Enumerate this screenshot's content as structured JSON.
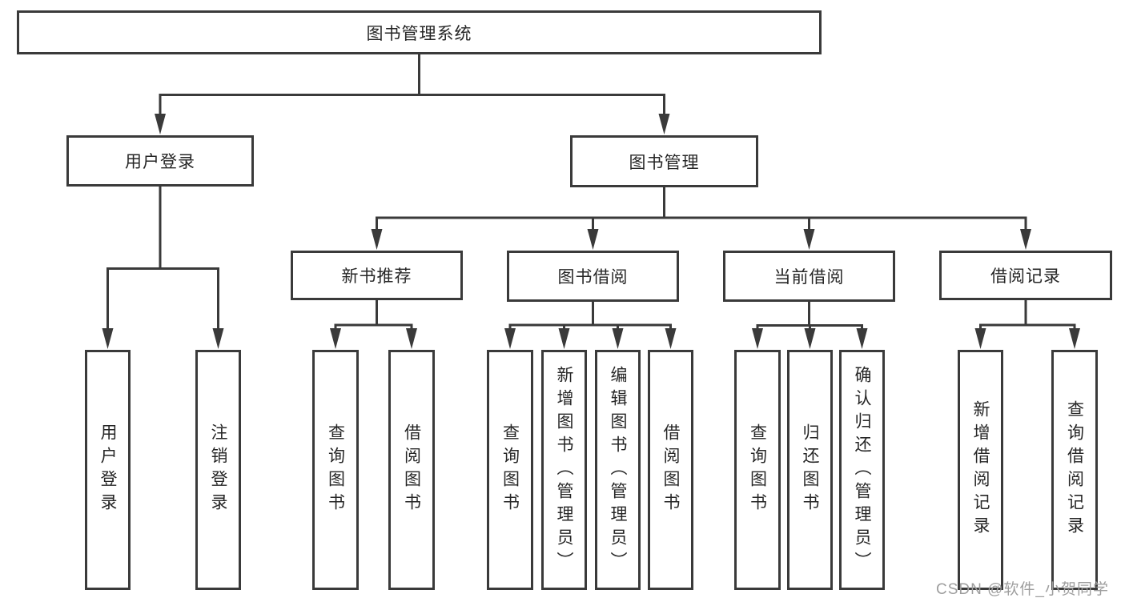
{
  "nodes": {
    "root": "图书管理系统",
    "level2": [
      "用户登录",
      "图书管理"
    ],
    "level3": [
      "新书推荐",
      "图书借阅",
      "当前借阅",
      "借阅记录"
    ],
    "leaves": [
      "用户登录",
      "注销登录",
      "查询图书",
      "借阅图书",
      "查询图书",
      "新增图书（管理员）",
      "编辑图书（管理员）",
      "借阅图书",
      "查询图书",
      "归还图书",
      "确认归还（管理员）",
      "新增借阅记录",
      "查询借阅记录"
    ]
  },
  "watermark": "CSDN @软件_小贺同学",
  "colors": {
    "line": "#3a3a3a",
    "text": "#262626",
    "watermark": "#9e9e9e",
    "background": "#ffffff"
  }
}
